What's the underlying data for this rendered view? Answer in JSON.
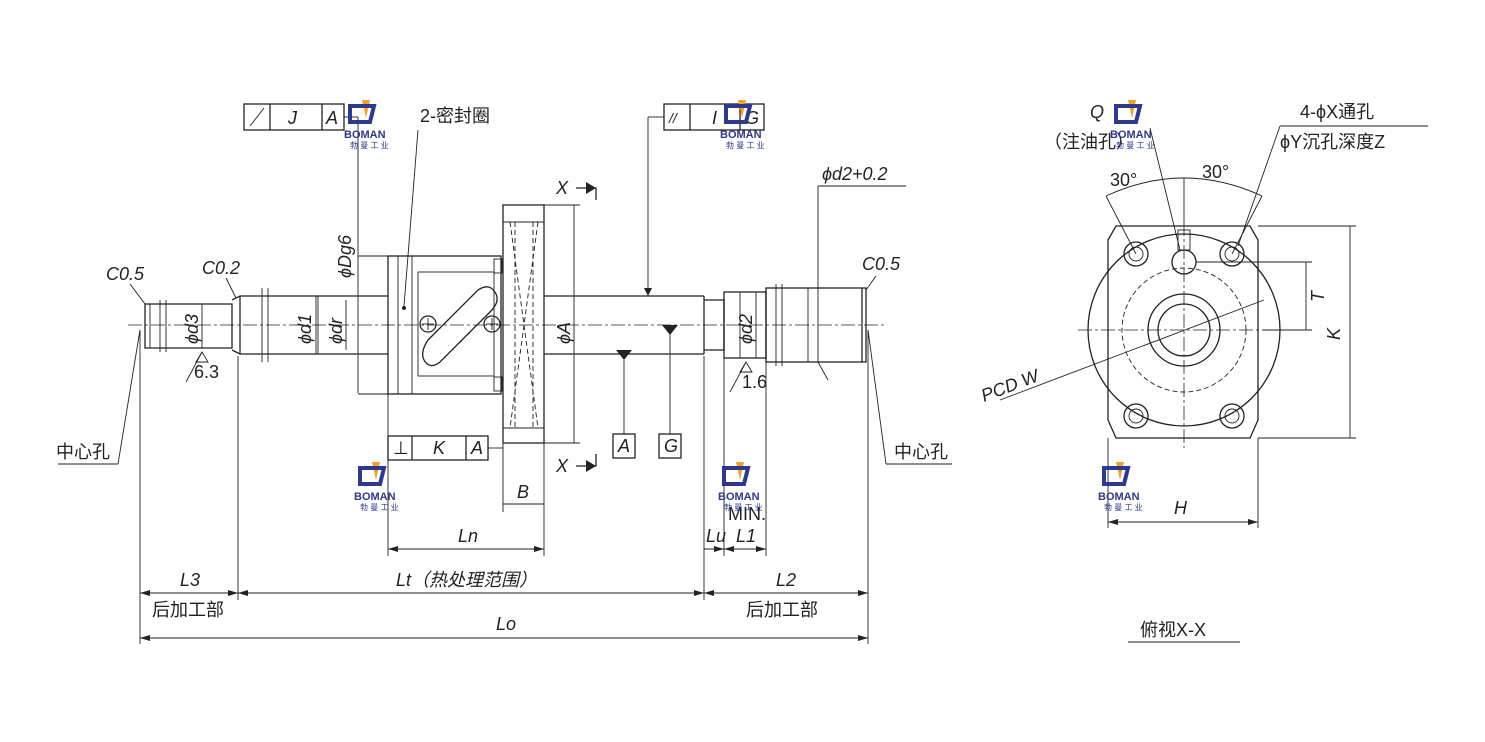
{
  "front_view": {
    "labels": {
      "c05_left": "C0.5",
      "c02": "C0.2",
      "c05_right": "C0.5",
      "seal": "2-密封圈",
      "dg6": "ϕDg6",
      "d3": "ϕd3",
      "d1": "ϕd1",
      "dr": "ϕdr",
      "phiA": "ϕA",
      "d2": "ϕd2",
      "d2_plus": "ϕd2+0.2",
      "rough_63": "6.3",
      "rough_16": "1.6",
      "center_hole_left": "中心孔",
      "center_hole_right": "中心孔",
      "section_x_top": "X",
      "section_x_bottom": "X",
      "datum_a": "A",
      "datum_g": "G",
      "dim_b": "B",
      "min": "MIN.",
      "ln": "Ln",
      "lu": "Lu",
      "l1": "L1",
      "l3": "L3",
      "lt": "Lt（热处理范围）",
      "l2": "L2",
      "l0": "Lo",
      "post_left": "后加工部",
      "post_right": "后加工部"
    },
    "frames": {
      "runout": {
        "value": "J",
        "datum": "A"
      },
      "total_runout": {
        "value": "I",
        "datum": "G"
      },
      "perpendicular": {
        "symbol": "⊥",
        "value": "K",
        "datum": "A"
      }
    }
  },
  "side_view": {
    "labels": {
      "q": "Q",
      "oil_hole": "（注油孔）",
      "holes_line1": "4-ϕX通孔",
      "holes_line2": "ϕY沉孔深度Z",
      "angle_left": "30°",
      "angle_right": "30°",
      "t": "T",
      "k": "K",
      "pcd": "PCD W",
      "h": "H",
      "caption": "俯视X-X"
    }
  },
  "watermark": {
    "name": "BOMAN",
    "sub": "勃 曼 工 业",
    "color": "#2d3a8c",
    "accent": "#f0a030"
  }
}
